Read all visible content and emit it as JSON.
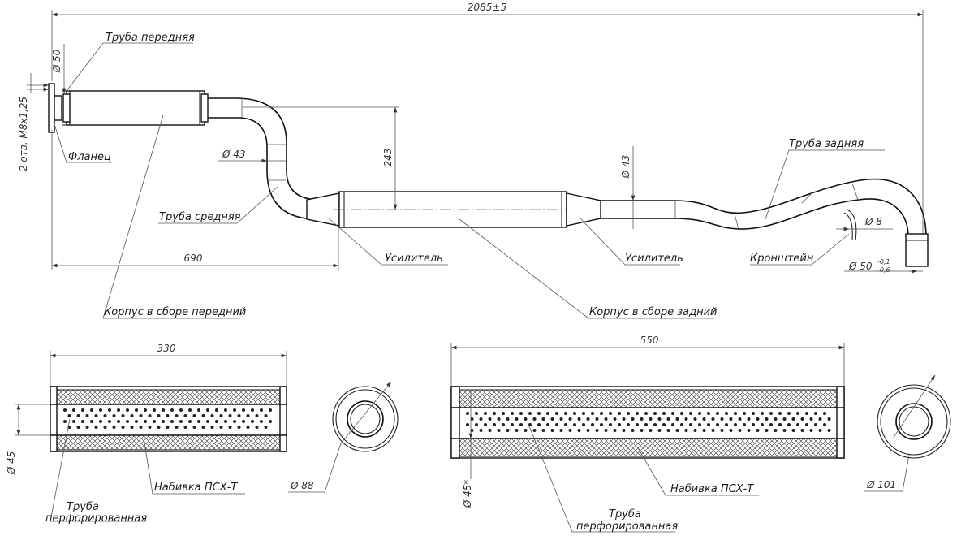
{
  "drawing": {
    "dimensions": {
      "overall_length": "2085±5",
      "front_offset": "690",
      "height_243": "243",
      "front_muffler_length": "330",
      "rear_muffler_length": "550",
      "dia_50": "Ø 50",
      "dia_43_left": "Ø 43",
      "dia_43_right": "Ø 43",
      "dia_8": "Ø 8",
      "dia_50_tol": "Ø 50",
      "tol_upper": "-0,1",
      "tol_lower": "-0,6",
      "dia_45_left": "Ø 45",
      "dia_88": "Ø 88",
      "dia_45_right": "Ø 45*",
      "dia_101": "Ø 101",
      "holes": "2 отв. М8х1,25"
    },
    "labels": {
      "front_pipe": "Труба передняя",
      "flange": "Фланец",
      "middle_pipe": "Труба средняя",
      "amplifier_left": "Усилитель",
      "amplifier_right": "Усилитель",
      "front_body": "Корпус в сборе передний",
      "rear_body": "Корпус в сборе задний",
      "rear_pipe": "Труба задняя",
      "bracket": "Кронштейн",
      "packing_left": "Набивка ПСХ-Т",
      "packing_right": "Набивка ПСХ-Т",
      "perf_pipe_left_1": "Труба",
      "perf_pipe_left_2": "перфорированная",
      "perf_pipe_right_1": "Труба",
      "perf_pipe_right_2": "перфорированная"
    }
  }
}
